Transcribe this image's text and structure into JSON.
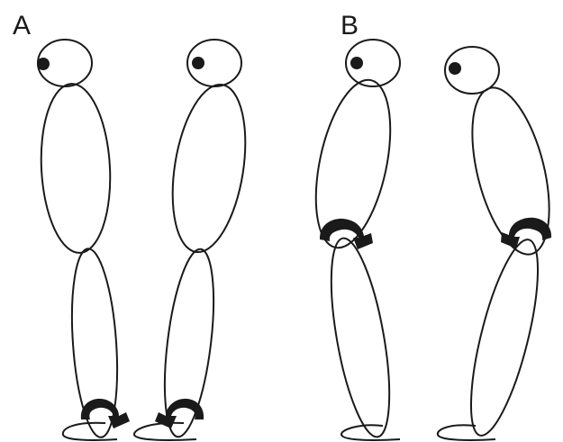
{
  "panels": {
    "a": {
      "label": "A"
    },
    "b": {
      "label": "B"
    }
  },
  "colors": {
    "ink": "#1a1a1a",
    "background": "#ffffff"
  },
  "figures": [
    {
      "name": "figure-a-left",
      "pivot": "ankle",
      "rotation": "clockwise"
    },
    {
      "name": "figure-a-right",
      "pivot": "ankle",
      "rotation": "counterclockwise"
    },
    {
      "name": "figure-b-left",
      "pivot": "hip",
      "rotation": "clockwise"
    },
    {
      "name": "figure-b-right",
      "pivot": "hip",
      "rotation": "counterclockwise"
    }
  ]
}
